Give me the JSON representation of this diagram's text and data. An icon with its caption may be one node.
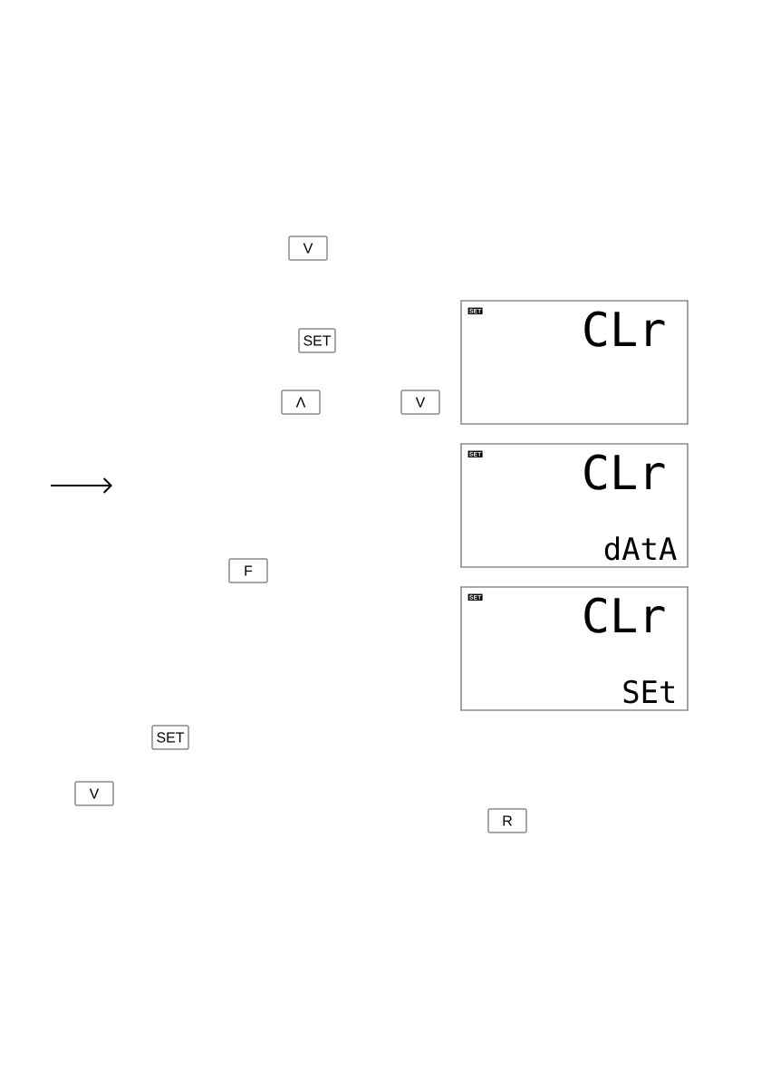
{
  "diagram": {
    "nodes": [
      {
        "text": [
          "V"
        ]
      },
      {
        "text": [
          "SET"
        ]
      },
      {
        "text": [
          "SET",
          "CLr"
        ]
      },
      {
        "text": [
          "Λ"
        ]
      },
      {
        "text": [
          "V"
        ]
      },
      {
        "text": [
          "SET",
          "CLr",
          "dAtA"
        ]
      },
      {
        "text": [
          "F"
        ]
      },
      {
        "text": [
          "SET",
          "CLr",
          "SEt"
        ]
      },
      {
        "text": [
          "SET"
        ]
      },
      {
        "text": [
          "V"
        ]
      },
      {
        "text": [
          "R"
        ]
      }
    ]
  }
}
